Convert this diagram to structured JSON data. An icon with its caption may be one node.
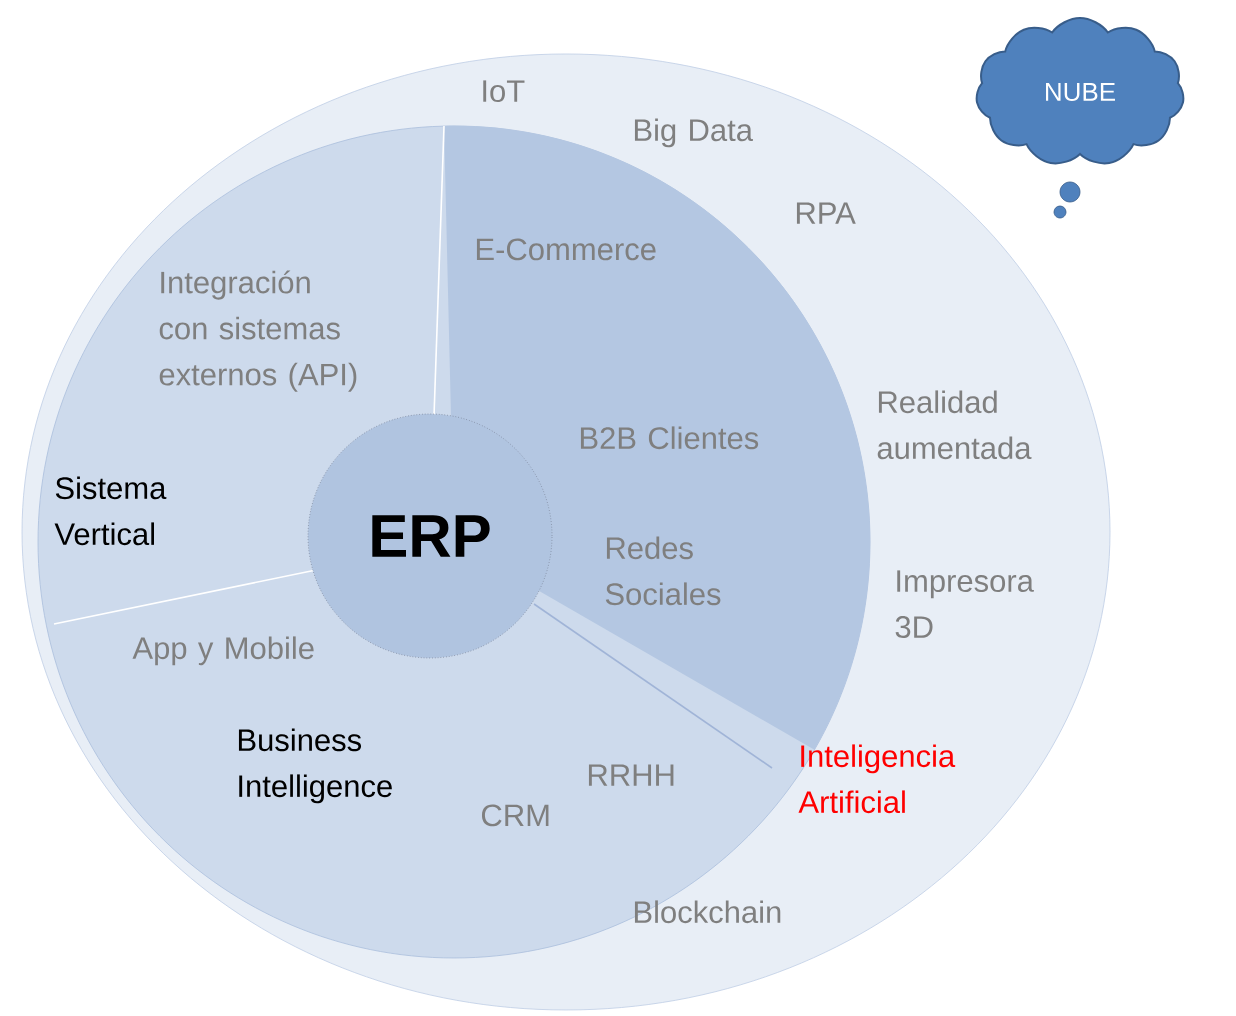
{
  "diagram": {
    "nodes": [
      {
        "text": [],
        "shape": "circle"
      },
      {
        "text": [],
        "shape": "circle",
        "in": 0
      },
      {
        "text": [
          "ERP"
        ],
        "in": 1
      },
      {
        "text": [
          "NUBE"
        ]
      }
    ],
    "labels": [
      "IoT",
      "Big Data",
      "RPA",
      "E-Commerce",
      "Integración con sistemas externos (API)",
      "B2B Clientes",
      "Realidad aumentada",
      "Sistema Vertical",
      "Redes Sociales",
      "Impresora 3D",
      "App y Mobile",
      "Business Intelligence",
      "RRHH",
      "Inteligencia Artificial",
      "CRM",
      "Blockchain"
    ]
  }
}
